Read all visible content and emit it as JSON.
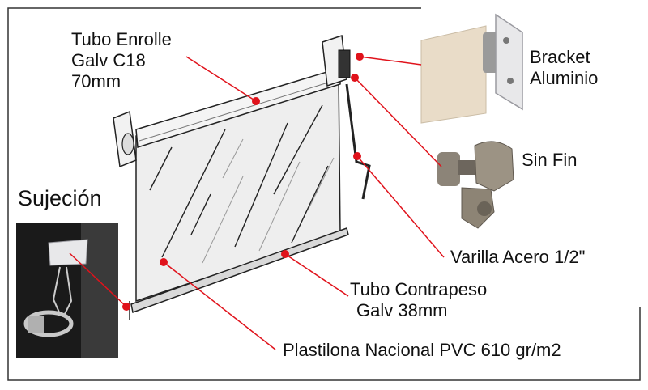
{
  "labels": {
    "tubo_enrolle": [
      "Tubo Enrolle",
      "Galv C18",
      "70mm"
    ],
    "bracket": [
      "Bracket",
      "Aluminio"
    ],
    "sin_fin": "Sin Fin",
    "varilla": "Varilla Acero 1/2\"",
    "contrapeso": [
      "Tubo Contrapeso",
      "Galv 38mm"
    ],
    "plastilona": "Plastilona Nacional PVC 610 gr/m2",
    "sujecion": "Sujeción"
  },
  "colors": {
    "pointer": "#e0121b",
    "outline": "#222222",
    "curtain": "#eeeeee"
  }
}
